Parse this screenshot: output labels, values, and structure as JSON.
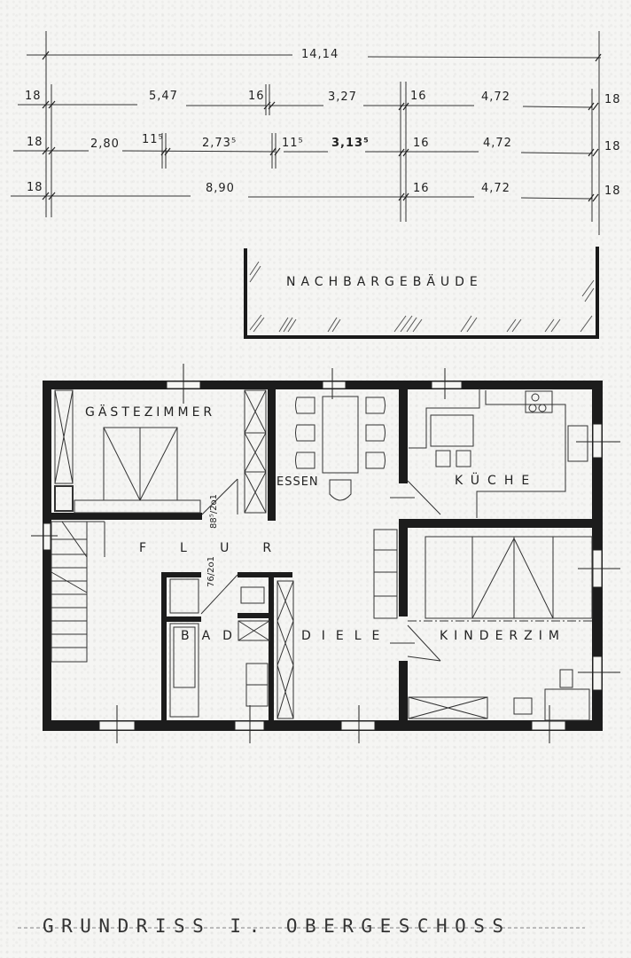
{
  "drawing": {
    "title": "GRUNDRISS I. OBERGESCHOSS",
    "neighbor_label": "NACHBARGEBÄUDE"
  },
  "dimensions": {
    "row1": {
      "total": "14,14"
    },
    "row2": {
      "left_wall": "18",
      "seg1": "5,47",
      "wall1": "16",
      "seg2": "3,27",
      "wall2": "16",
      "seg3": "4,72",
      "right_wall": "18"
    },
    "row3": {
      "left_wall": "18",
      "seg1": "2,80",
      "wall1": "11⁵",
      "seg2": "2,73⁵",
      "wall2": "11⁵",
      "seg3": "3,13⁵",
      "wall3": "16",
      "seg4": "4,72",
      "right_wall": "18"
    },
    "row4": {
      "left_wall": "18",
      "seg1": "8,90",
      "wall1": "16",
      "seg2": "4,72",
      "right_wall": "18"
    }
  },
  "rooms": [
    {
      "name": "GÄSTEZIMMER"
    },
    {
      "name": "ESSEN"
    },
    {
      "name": "KÜCHE"
    },
    {
      "name": "FLUR"
    },
    {
      "name": "BAD"
    },
    {
      "name": "DIELE"
    },
    {
      "name": "KINDERZIM"
    }
  ],
  "doors": [
    {
      "width": "88⁵",
      "height": "2o1"
    },
    {
      "width": "76",
      "height": "2o1"
    }
  ]
}
